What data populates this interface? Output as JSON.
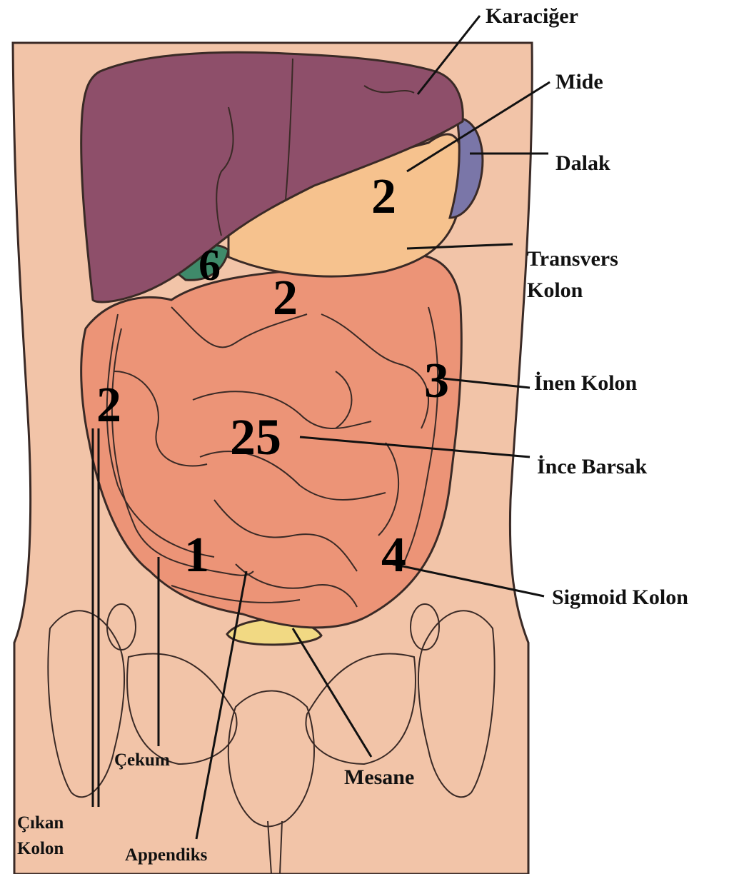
{
  "labels": {
    "liver": "Karaciğer",
    "stomach": "Mide",
    "spleen": "Dalak",
    "transverse_line1": "Transvers",
    "transverse_line2": "Kolon",
    "descending": "İnen Kolon",
    "small_intestine": "İnce Barsak",
    "sigmoid": "Sigmoid Kolon",
    "bladder": "Mesane",
    "cecum": "Çekum",
    "ascending_line1": "Çıkan",
    "ascending_line2": "Kolon",
    "appendix": "Appendiks"
  },
  "numbers": {
    "stomach": "2",
    "gallbladder": "6",
    "transverse": "2",
    "ascending": "2",
    "descending": "3",
    "small_intestine": "25",
    "cecum": "1",
    "sigmoid": "4"
  },
  "colors": {
    "skin": "#f2c4a8",
    "liver": "#8e4f6a",
    "stomach": "#f6c28e",
    "spleen": "#7a76a8",
    "gallbladder": "#3f8a6a",
    "intestine": "#ec9477",
    "bladder": "#f1d983",
    "bone": "#fbf0e8"
  }
}
